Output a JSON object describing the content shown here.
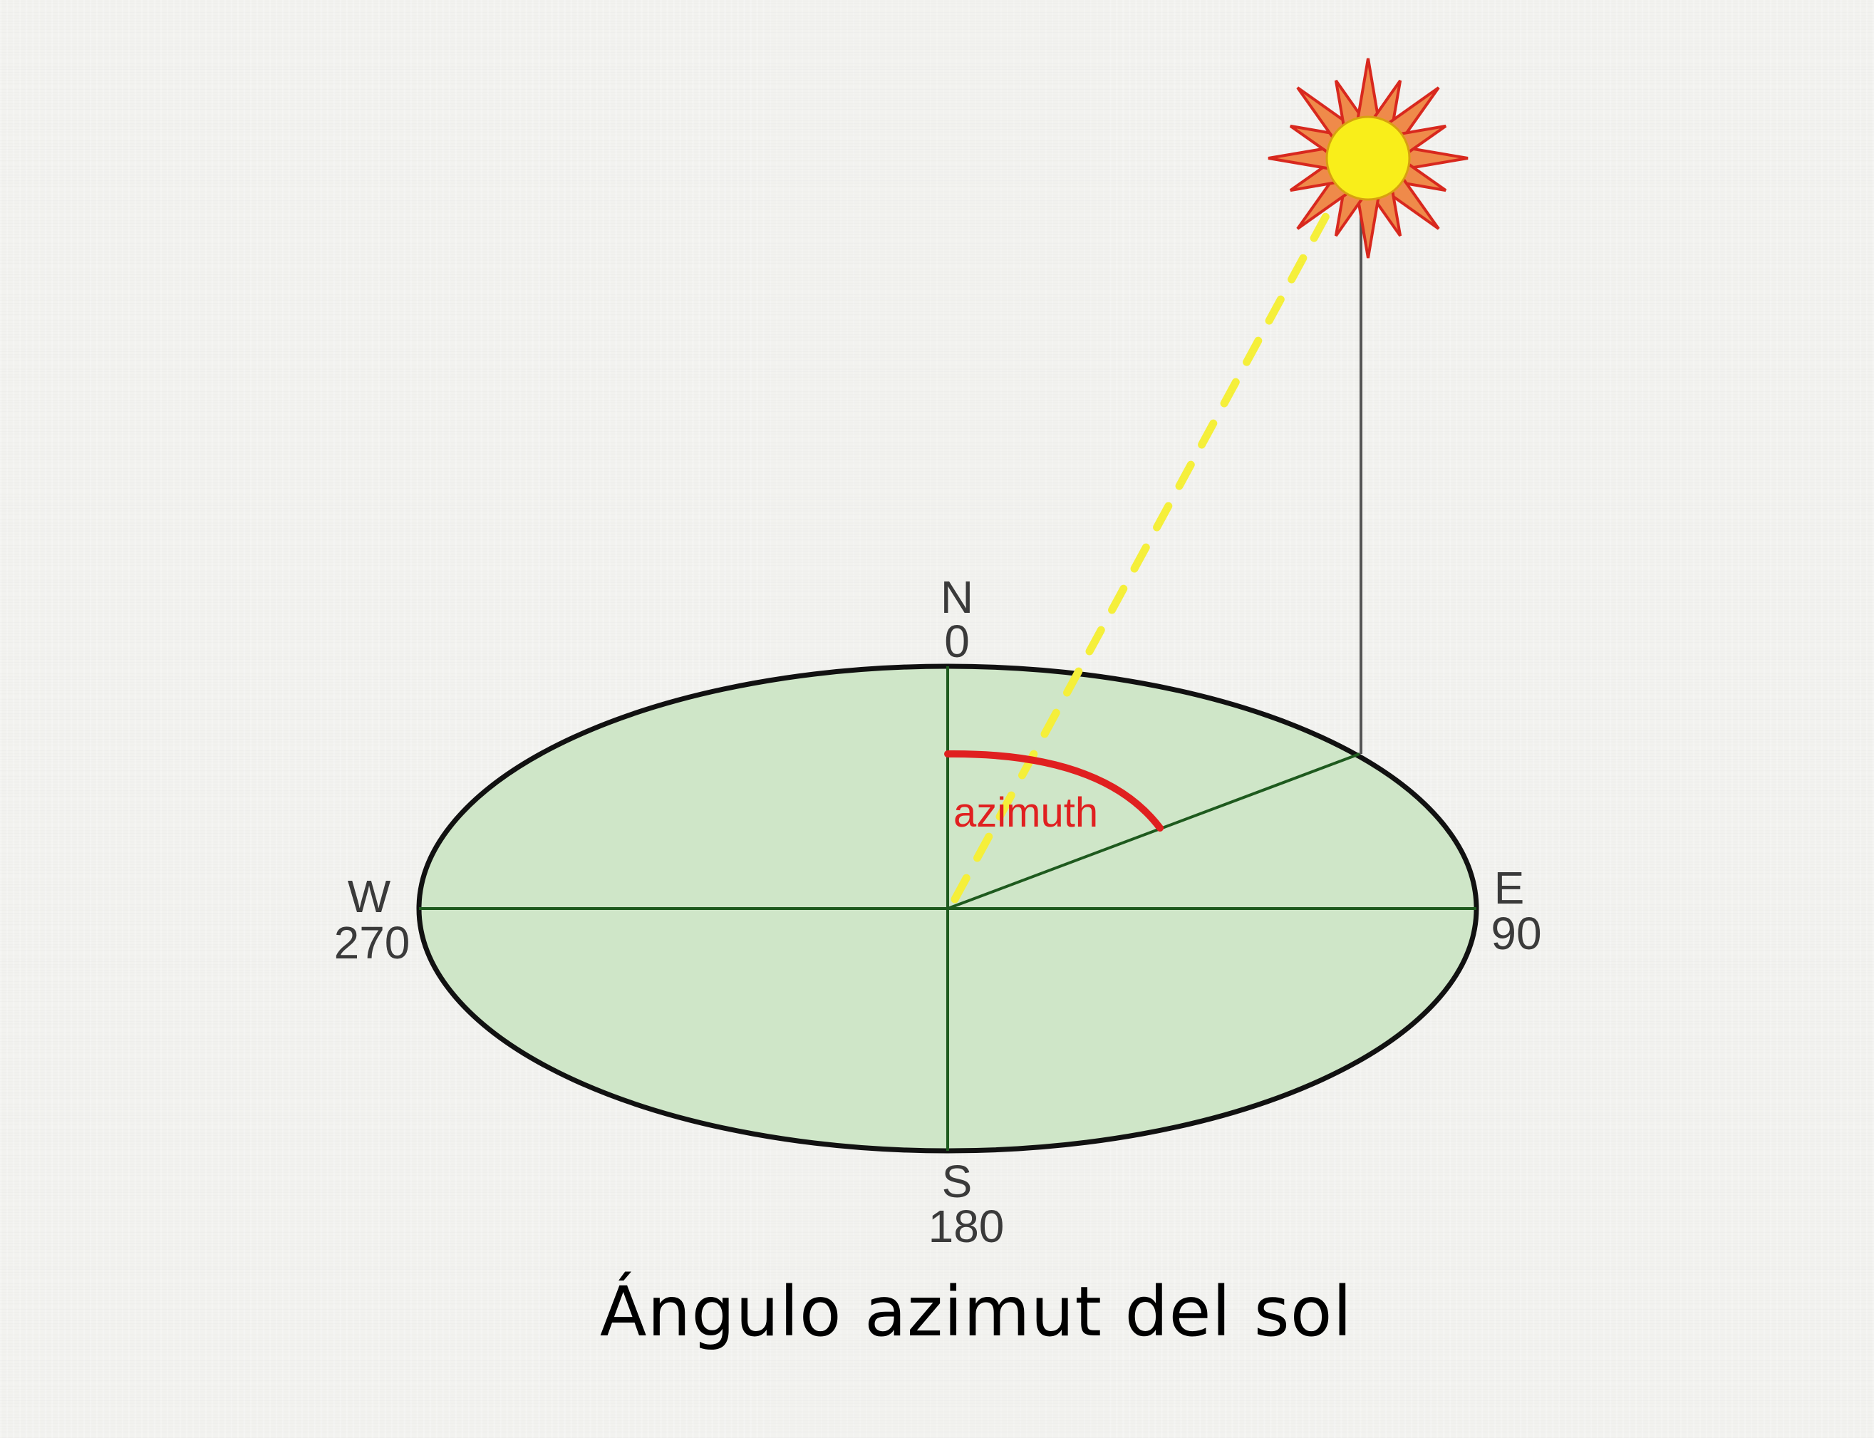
{
  "labels": {
    "north_letter": "N",
    "north_degrees": "0",
    "east_letter": "E",
    "east_degrees": "90",
    "south_letter": "S",
    "south_degrees": "180",
    "west_letter": "W",
    "west_degrees": "270",
    "azimuth": "azimuth"
  },
  "caption": "Ángulo azimut del sol",
  "colors": {
    "ground_fill": "#cfe6c8",
    "ground_outline": "#111111",
    "axis_lines": "#1e5a1e",
    "azimuth_arc": "#e02020",
    "sun_ray": "#f5ef3a",
    "sun_core": "#f9ee1a",
    "sun_rays_outer": "#ef8a4a",
    "sun_rays_inner": "#d8281e",
    "plumb_line": "#555555"
  },
  "icons": {
    "sun": "sun-icon"
  }
}
